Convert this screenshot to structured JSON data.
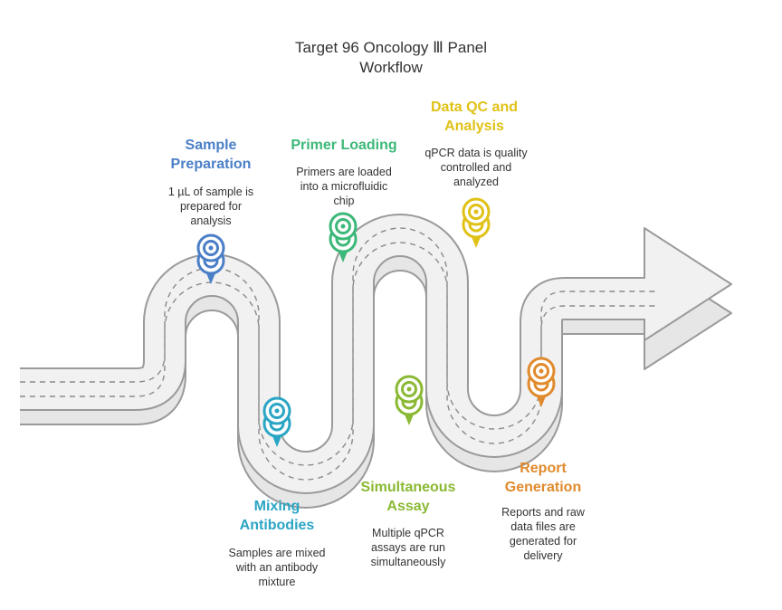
{
  "title": [
    "Target 96 Oncology Ⅲ Panel",
    "Workflow"
  ],
  "colors": {
    "road_fill": "#f1f1f1",
    "road_edge": "#9a9a9a",
    "lane_dash": "#8a8a8a",
    "text": "#333333"
  },
  "steps": [
    {
      "id": "sample-preparation",
      "title": [
        "Sample",
        "Preparation"
      ],
      "desc": [
        "1 µL of sample is",
        "prepared for",
        "analysis"
      ],
      "color": "#4a7fc7",
      "pin_icon": "map-pin-icon"
    },
    {
      "id": "mixing-antibodies",
      "title": [
        "Mixing",
        "Antibodies"
      ],
      "desc": [
        "Samples are mixed",
        "with an antibody",
        "mixture"
      ],
      "color": "#2aa5c4",
      "pin_icon": "map-pin-icon"
    },
    {
      "id": "primer-loading",
      "title": [
        "Primer Loading"
      ],
      "desc": [
        "Primers are loaded",
        "into a microfluidic",
        "chip"
      ],
      "color": "#3cb878",
      "pin_icon": "map-pin-icon"
    },
    {
      "id": "simultaneous-assay",
      "title": [
        "Simultaneous",
        "Assay"
      ],
      "desc": [
        "Multiple qPCR",
        "assays are run",
        "simultaneously"
      ],
      "color": "#8ab933",
      "pin_icon": "map-pin-icon"
    },
    {
      "id": "data-qc-analysis",
      "title": [
        "Data QC and",
        "Analysis"
      ],
      "desc": [
        "qPCR data is quality",
        "controlled and",
        "analyzed"
      ],
      "color": "#e0c116",
      "pin_icon": "map-pin-icon"
    },
    {
      "id": "report-generation",
      "title": [
        "Report",
        "Generation"
      ],
      "desc": [
        "Reports and raw",
        "data files are",
        "generated for",
        "delivery"
      ],
      "color": "#e08a2c",
      "pin_icon": "map-pin-icon"
    }
  ]
}
